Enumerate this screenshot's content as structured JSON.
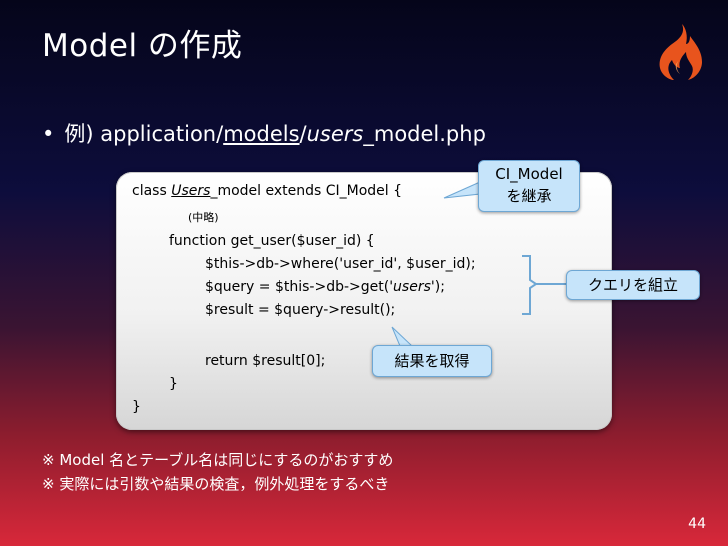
{
  "slide": {
    "title": "Model の作成",
    "bullet": {
      "marker": "•",
      "prefix": "例) application/",
      "models": "models",
      "slash": "/",
      "users": "users",
      "suffix": "_model.php"
    },
    "code": {
      "line1_pre": "class ",
      "line1_users": "Users",
      "line1_post": "_model extends CI_Model {",
      "line2": "(中略)",
      "line3": "function get_user($user_id) {",
      "line4": "$this->db->where('user_id', $user_id);",
      "line5_pre": "$query = $this->db->get('",
      "line5_users": "users",
      "line5_post": "');",
      "line6": "$result = $query->result();",
      "line7": "return $result[0];",
      "line8": "}",
      "line9": "}"
    },
    "callouts": {
      "ci_line1": "CI_Model",
      "ci_line2": "を継承",
      "query": "クエリを組立",
      "result": "結果を取得"
    },
    "notes": [
      "※ Model 名とテーブル名は同じにするのがおすすめ",
      "※ 実際には引数や結果の検査，例外処理をするべき"
    ],
    "page_number": "44",
    "colors": {
      "logo": "#e8541d",
      "callout_fill": "#c6e4fa",
      "callout_border": "#6ea7d4"
    },
    "icons": {
      "logo": "codeigniter-flame-icon"
    }
  }
}
